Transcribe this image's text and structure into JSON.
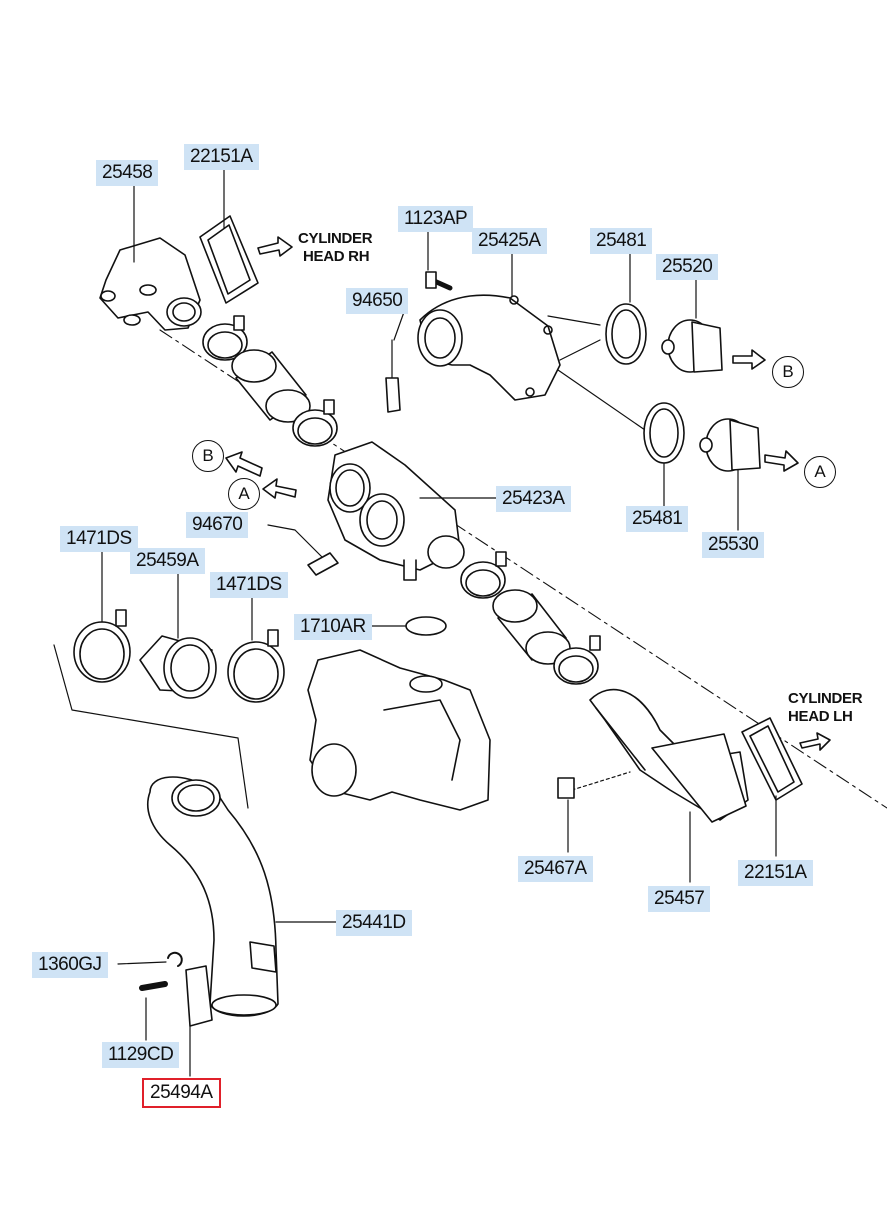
{
  "part_labels": {
    "p25458": "25458",
    "p22151a_top": "22151A",
    "p1123ap": "1123AP",
    "p25425a": "25425A",
    "p25481_top": "25481",
    "p25520": "25520",
    "p94650": "94650",
    "p25423a": "25423A",
    "p25481_mid": "25481",
    "p25530": "25530",
    "p94670": "94670",
    "p1471ds_left": "1471DS",
    "p25459a": "25459A",
    "p1471ds_right": "1471DS",
    "p1710ar": "1710AR",
    "p25467a": "25467A",
    "p25457": "25457",
    "p22151a_bottom": "22151A",
    "p25441d": "25441D",
    "p1360gj": "1360GJ",
    "p1129cd": "1129CD",
    "p25494a": "25494A"
  },
  "notes": {
    "rh_line1": "CYLINDER",
    "rh_line2": "HEAD  RH",
    "lh_line1": "CYLINDER",
    "lh_line2": "HEAD  LH"
  },
  "markers": {
    "b": "B",
    "a": "A"
  },
  "selected_part": "25494A",
  "colors": {
    "label_bg": "#cfe3f5",
    "selected_border": "#e0202a",
    "line": "#111111"
  }
}
